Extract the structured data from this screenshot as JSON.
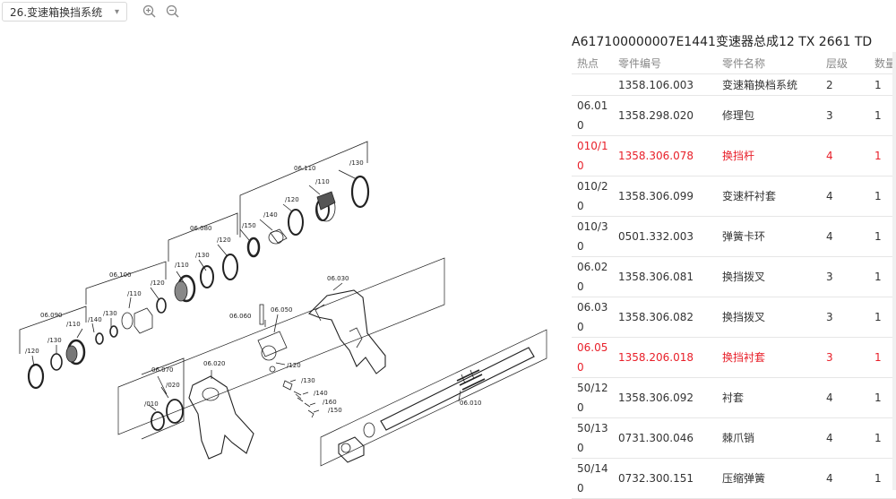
{
  "toolbar": {
    "diagram_select": "26.变速箱换挡系统",
    "zoom_in_icon": "zoom-in-icon",
    "zoom_out_icon": "zoom-out-icon"
  },
  "panel": {
    "title": "A617100000007E1441变速器总成12 TX 2661 TD",
    "columns": {
      "hotspot": "热点",
      "part_no": "零件编号",
      "part_name": "零件名称",
      "level": "层级",
      "qty": "数量"
    },
    "rows": [
      {
        "hotspot": "",
        "part_no": "1358.106.003",
        "part_name": "变速箱换档系统",
        "level": "2",
        "qty": "1",
        "highlight": false
      },
      {
        "hotspot": "06.010",
        "part_no": "1358.298.020",
        "part_name": "修理包",
        "level": "3",
        "qty": "1",
        "highlight": false
      },
      {
        "hotspot": "010/10",
        "part_no": "1358.306.078",
        "part_name": "换挡杆",
        "level": "4",
        "qty": "1",
        "highlight": true
      },
      {
        "hotspot": "010/20",
        "part_no": "1358.306.099",
        "part_name": "变速杆衬套",
        "level": "4",
        "qty": "1",
        "highlight": false
      },
      {
        "hotspot": "010/30",
        "part_no": "0501.332.003",
        "part_name": "弹簧卡环",
        "level": "4",
        "qty": "1",
        "highlight": false
      },
      {
        "hotspot": "06.020",
        "part_no": "1358.306.081",
        "part_name": "换挡拨叉",
        "level": "3",
        "qty": "1",
        "highlight": false
      },
      {
        "hotspot": "06.030",
        "part_no": "1358.306.082",
        "part_name": "换挡拨叉",
        "level": "3",
        "qty": "1",
        "highlight": false
      },
      {
        "hotspot": "06.050",
        "part_no": "1358.206.018",
        "part_name": "换挡衬套",
        "level": "3",
        "qty": "1",
        "highlight": true
      },
      {
        "hotspot": "50/120",
        "part_no": "1358.306.092",
        "part_name": "衬套",
        "level": "4",
        "qty": "1",
        "highlight": false
      },
      {
        "hotspot": "50/130",
        "part_no": "0731.300.046",
        "part_name": "棘爪销",
        "level": "4",
        "qty": "1",
        "highlight": false
      },
      {
        "hotspot": "50/140",
        "part_no": "0732.300.151",
        "part_name": "压缩弹簧",
        "level": "4",
        "qty": "1",
        "highlight": false
      }
    ]
  },
  "diagram": {
    "labels": {
      "g06110": "06.110",
      "l130a": "/130",
      "l110a": "/110",
      "l120a": "/120",
      "l140a": "/140",
      "l150a": "/150",
      "g06080": "06.080",
      "l120b": "/120",
      "l130b": "/130",
      "l110b": "/110",
      "g06100": "06.100",
      "l120c": "/120",
      "l110c": "/110",
      "g06090": "06.090",
      "l130d": "/130",
      "l140d": "/140",
      "l110d": "/110",
      "l120d": "/120",
      "l130e": "/130",
      "g06030": "06.030",
      "g06060": "06.060",
      "g06050": "06.050",
      "l120f": "/120",
      "l130f": "/130",
      "l140f": "/140",
      "l160f": "/160",
      "l150f": "/150",
      "g06070": "06.070",
      "g06020": "06.020",
      "l010": "/010",
      "l020": "/020",
      "g06010": "06.010"
    }
  }
}
